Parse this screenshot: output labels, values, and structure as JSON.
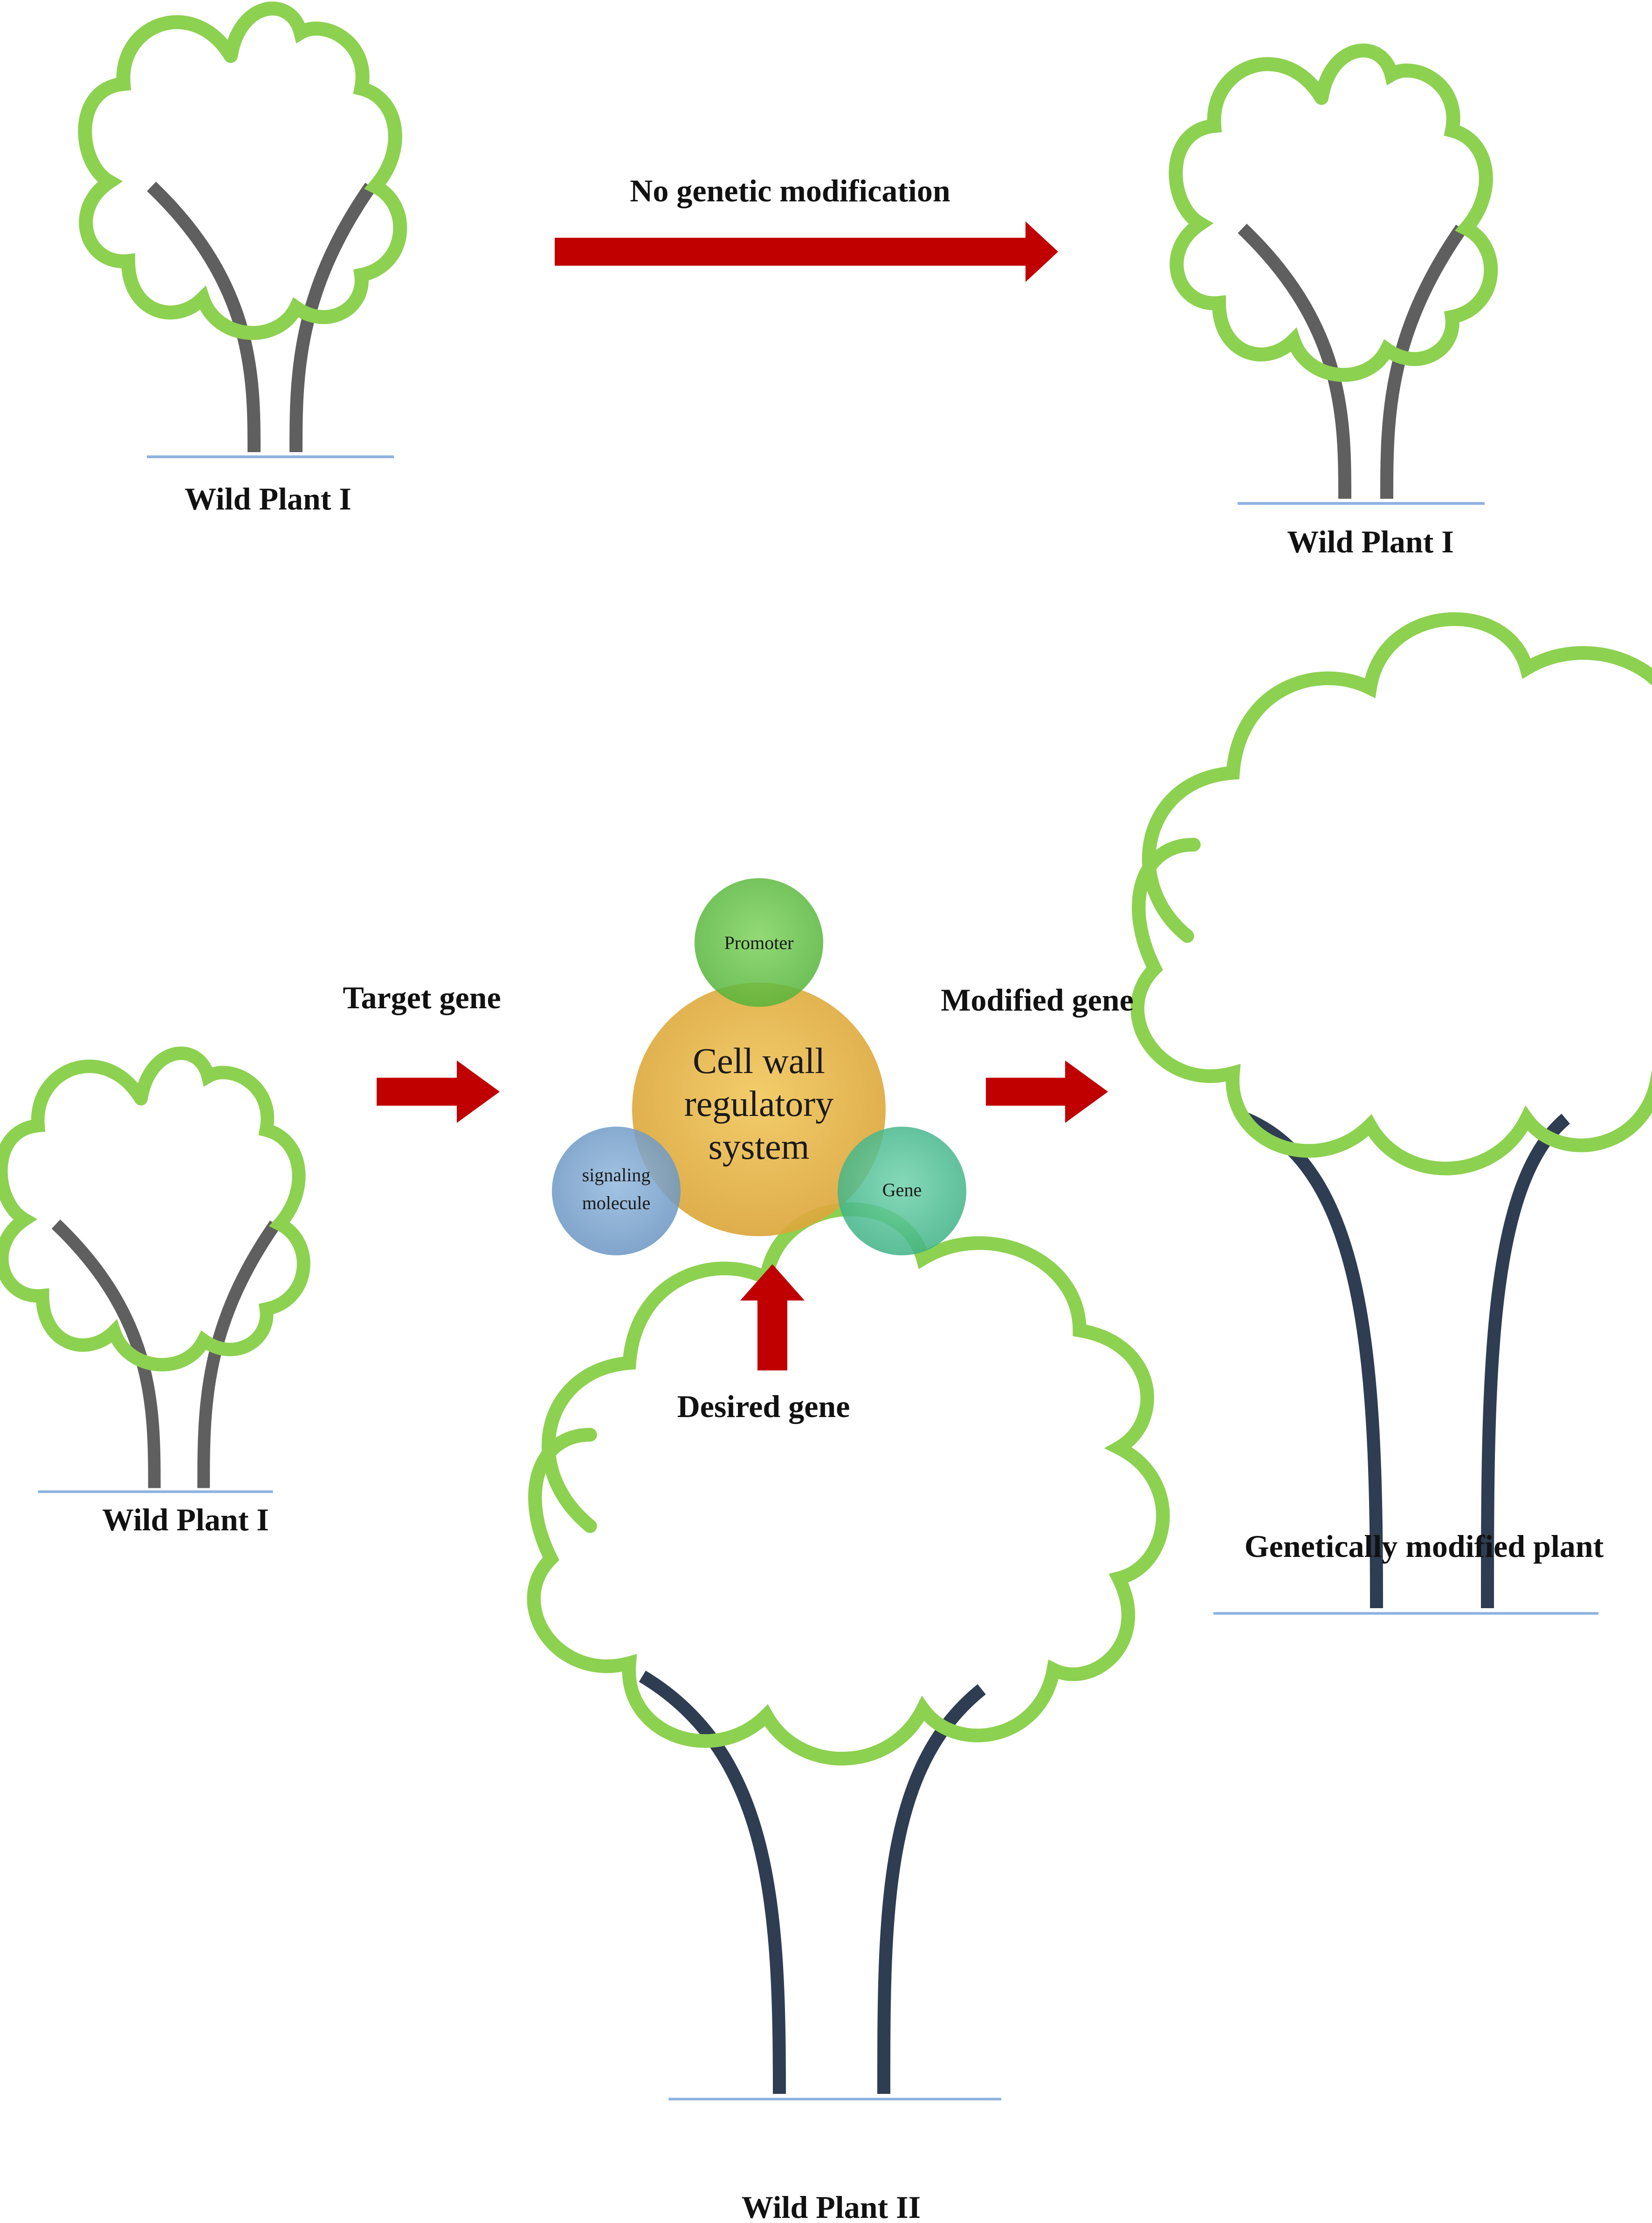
{
  "labels": {
    "top_left_plant": "Wild Plant I",
    "top_right_plant": "Wild Plant I",
    "top_arrow": "No genetic modification",
    "mid_left_plant": "Wild Plant I",
    "target_gene": "Target gene",
    "modified_gene": "Modified gene",
    "desired_gene": "Desired gene",
    "gm_plant": "Genetically modified plant",
    "bottom_plant": "Wild Plant II"
  },
  "hub": {
    "center_line1": "Cell wall",
    "center_line2": "regulatory",
    "center_line3": "system",
    "top": "Promoter",
    "left_line1": "signaling",
    "left_line2": "molecule",
    "right": "Gene"
  },
  "colors": {
    "arrow": "#c00000",
    "canopy": "#8cd150",
    "trunk_wild_i": "#5f5f5f",
    "trunk_wild_ii": "#2e3d52",
    "ground": "#8fb3e0",
    "hub_center": "#e9b949",
    "hub_promoter": "#66c24a",
    "hub_signaling": "#7da6cf",
    "hub_gene": "#55c29a"
  }
}
